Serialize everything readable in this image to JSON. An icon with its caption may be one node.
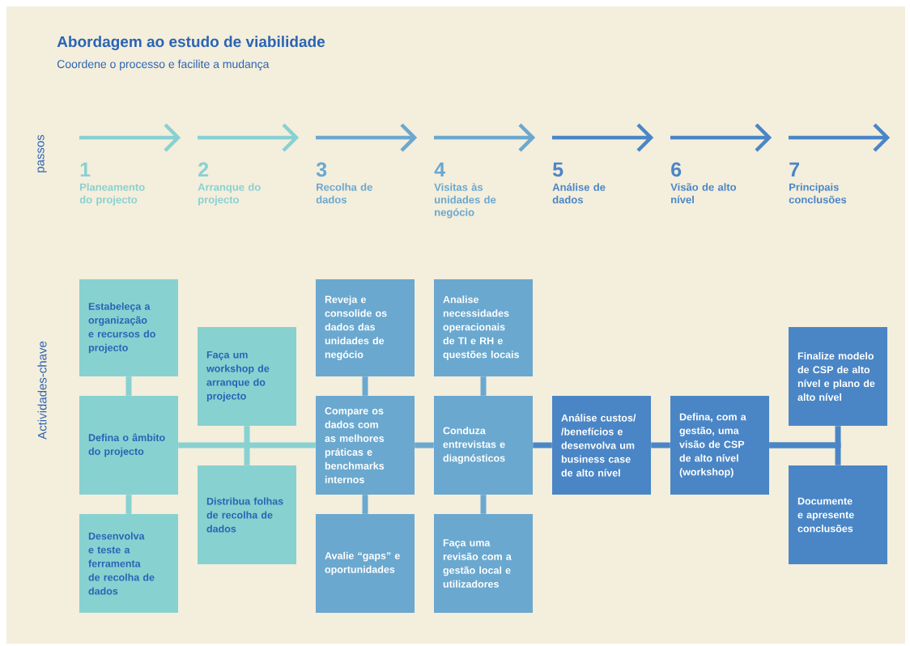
{
  "diagram": {
    "title": "Abordagem ao estudo de viabilidade",
    "nodes": [
      {
        "text": [
          "Estabeleça a organização e recursos do projecto"
        ]
      },
      {
        "text": [
          "Defina o âmbito do projecto"
        ]
      },
      {
        "text": [
          "Desenvolva e teste a ferramenta de recolha de dados"
        ]
      },
      {
        "text": [
          "Faça um workshop de arranque do projecto"
        ]
      },
      {
        "text": [
          "Distribua folhas de recolha de dados"
        ]
      },
      {
        "text": [
          "Reveja e consolide os dados das unidades de negócio"
        ]
      },
      {
        "text": [
          "Compare os dados com as melhores práticas e benchmarks internos"
        ]
      },
      {
        "text": [
          "Avalie “gaps” e oportunidades"
        ]
      },
      {
        "text": [
          "Analise necessidades operacionais de TI e RH e questões locais"
        ]
      },
      {
        "text": [
          "Conduza entrevistas e diagnósticos"
        ]
      },
      {
        "text": [
          "Faça uma revisão com a gestão local e utilizadores"
        ]
      },
      {
        "text": [
          "Análise custos/ /benefícios e desenvolva um business case de alto nível"
        ]
      },
      {
        "text": [
          "Defina, com a gestão, uma visão de CSP de alto nível (workshop)"
        ]
      },
      {
        "text": [
          "Finalize modelo de CSP de alto nível e plano de alto nível"
        ]
      },
      {
        "text": [
          "Documente e apresente conclusões"
        ]
      }
    ],
    "edges": [
      {
        "from": 0,
        "to": 1,
        "arrow": "none",
        "color": "#88d1d1"
      },
      {
        "from": 1,
        "to": 2,
        "arrow": "none",
        "color": "#88d1d1"
      },
      {
        "from": 3,
        "to": 4,
        "arrow": "none",
        "color": "#88d1d1"
      },
      {
        "from": 1,
        "to": 6,
        "arrow": "none",
        "color": "#88d1d1"
      },
      {
        "from": 5,
        "to": 6,
        "arrow": "none"
      },
      {
        "from": 6,
        "to": 7,
        "arrow": "none"
      },
      {
        "from": 8,
        "to": 9,
        "arrow": "none"
      },
      {
        "from": 9,
        "to": 10,
        "arrow": "none"
      },
      {
        "from": 6,
        "to": 9,
        "arrow": "none"
      },
      {
        "from": 9,
        "to": 11,
        "arrow": "none",
        "color": "#4a86c6"
      },
      {
        "from": 11,
        "to": 12,
        "arrow": "none",
        "color": "#4a86c6"
      },
      {
        "from": 12,
        "to": 13,
        "arrow": "none",
        "color": "#4a86c6"
      },
      {
        "from": 12,
        "to": 14,
        "arrow": "none",
        "color": "#4a86c6"
      }
    ],
    "labels": [
      "Coordene o processo e facilite a mudança",
      "passos",
      "1",
      "Planeamento do projecto",
      "2",
      "Arranque do projecto",
      "3",
      "Recolha de dados",
      "4",
      "Visitas às unidades de negócio",
      "5",
      "Análise de dados",
      "6",
      "Visão de alto nível",
      "7",
      "Principais conclusões",
      "Actividades-chave"
    ]
  }
}
